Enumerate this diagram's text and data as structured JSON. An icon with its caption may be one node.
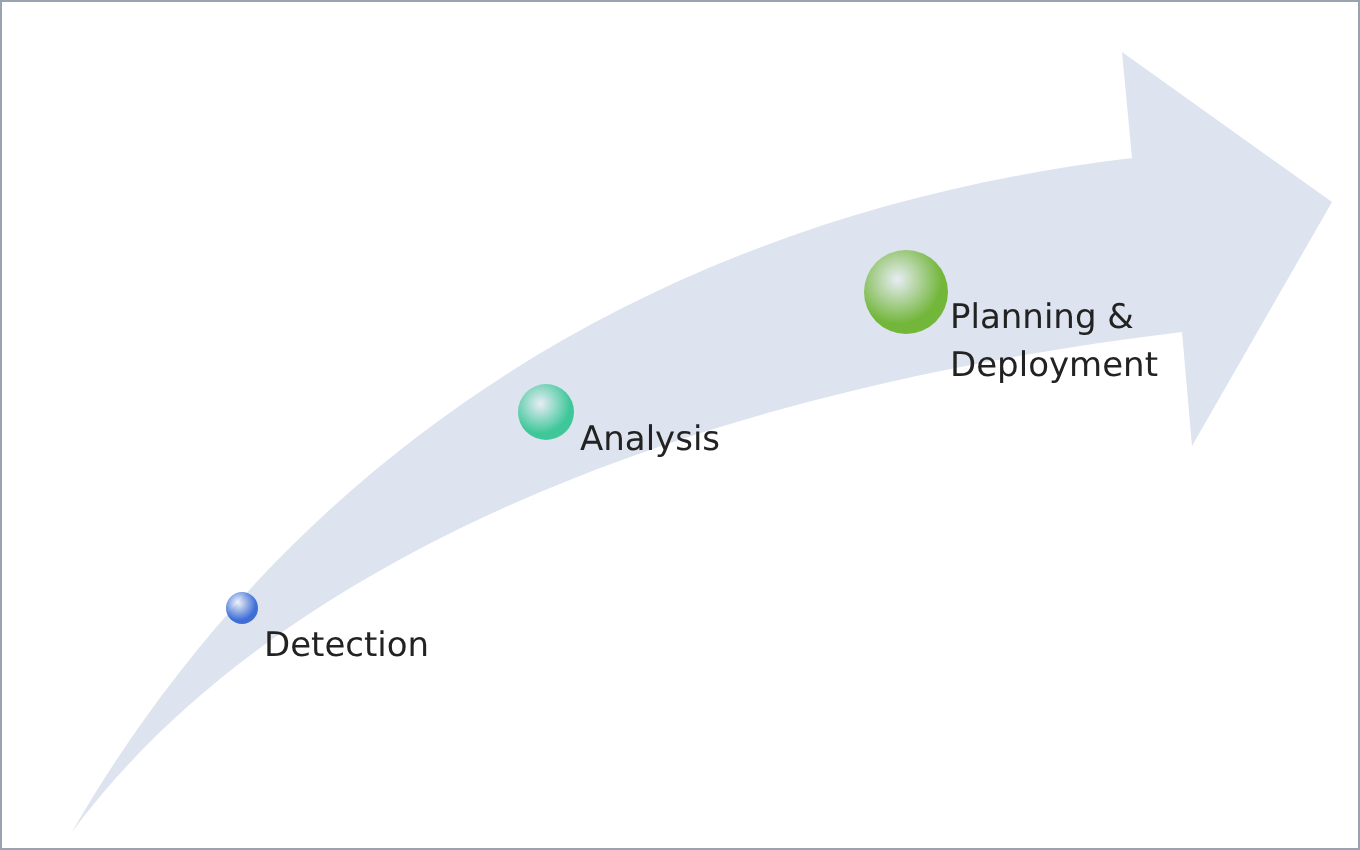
{
  "diagram": {
    "nodes": [
      {
        "text": [],
        "shape": "circle",
        "beside": [
          "Detection"
        ]
      },
      {
        "text": [],
        "shape": "circle",
        "beside": [
          "Analysis"
        ]
      },
      {
        "text": [],
        "shape": "circle",
        "beside": [
          "Planning & Deployment"
        ]
      }
    ]
  }
}
